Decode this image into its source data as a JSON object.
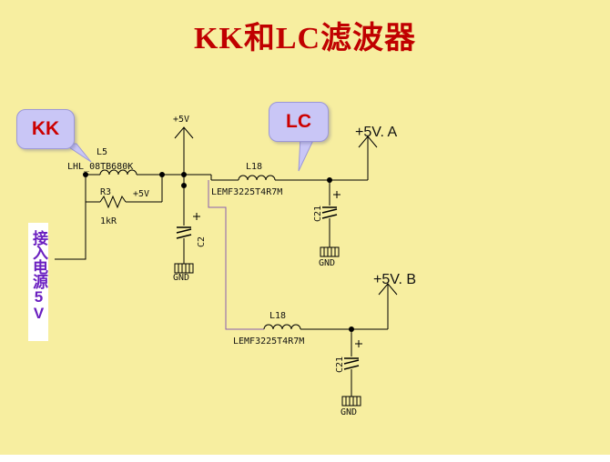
{
  "slide": {
    "title": "KK和LC滤波器",
    "callouts": {
      "kk": "KK",
      "lc": "LC"
    },
    "side_label": "接入电源5V"
  },
  "circuit": {
    "l5_ref": "L5",
    "l5_part": "LHL_08TB680K",
    "r3_ref": "R3",
    "r3_value": "1kR",
    "r3_supply": "+5V",
    "top_supply": "+5V",
    "c2_ref": "C2",
    "gnd_label": "GND",
    "lc_a_ref": "L18",
    "lc_a_part": "LEMF3225T4R7M",
    "lc_a_cap": "C21",
    "lc_a_out": "+5V. A",
    "lc_b_ref": "L18",
    "lc_b_part": "LEMF3225T4R7M",
    "lc_b_cap": "C21",
    "lc_b_out": "+5V. B"
  }
}
